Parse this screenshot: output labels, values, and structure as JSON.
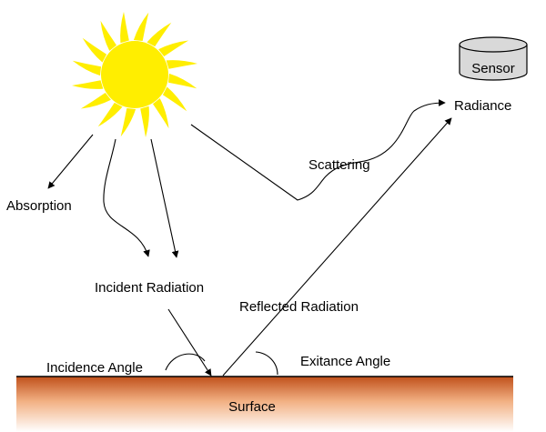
{
  "labels": {
    "sensor": "Sensor",
    "radiance": "Radiance",
    "scattering": "Scattering",
    "absorption": "Absorption",
    "incident_radiation": "Incident Radiation",
    "reflected_radiation": "Reflected Radiation",
    "incidence_angle": "Incidence Angle",
    "exitance_angle": "Exitance Angle",
    "surface": "Surface"
  },
  "colors": {
    "sun": "#FFEE00",
    "sensor_fill": "#D9D9D9",
    "surface_top": "#C0501A",
    "surface_bottom": "#FFFFFF",
    "line": "#000000"
  },
  "icons": {
    "sun": "sun-icon",
    "sensor": "sensor-cylinder-icon"
  }
}
